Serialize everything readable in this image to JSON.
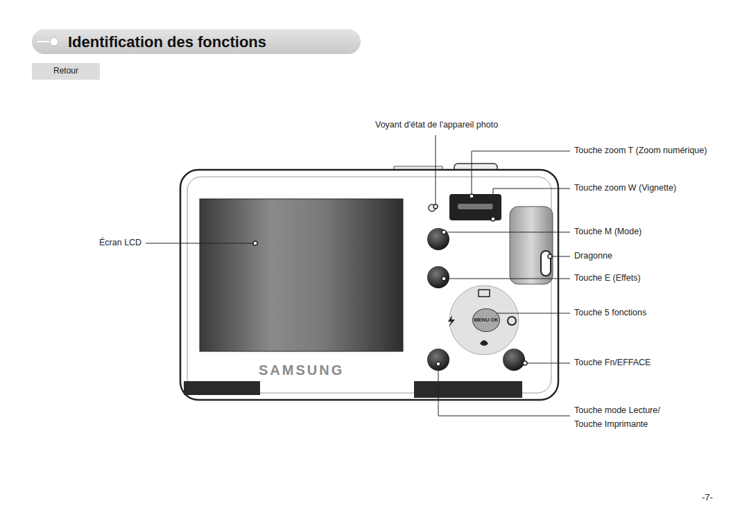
{
  "diagram": {
    "title": "Identification des fonctions",
    "nodes": [
      {
        "text": [
          "Retour"
        ]
      },
      {
        "text": [
          "MENU OK"
        ]
      }
    ],
    "labels": [
      "Voyant d'état de l'appareil photo",
      "Touche zoom T (Zoom numérique)",
      "Touche zoom W (Vignette)",
      "Touche M (Mode)",
      "Dragonne",
      "Touche E (Effets)",
      "Touche 5 fonctions",
      "Touche Fn/EFFACE",
      "Touche mode Lecture/ Touche Imprimante",
      "Écran LCD",
      "SAMSUNG",
      "-7-"
    ]
  }
}
